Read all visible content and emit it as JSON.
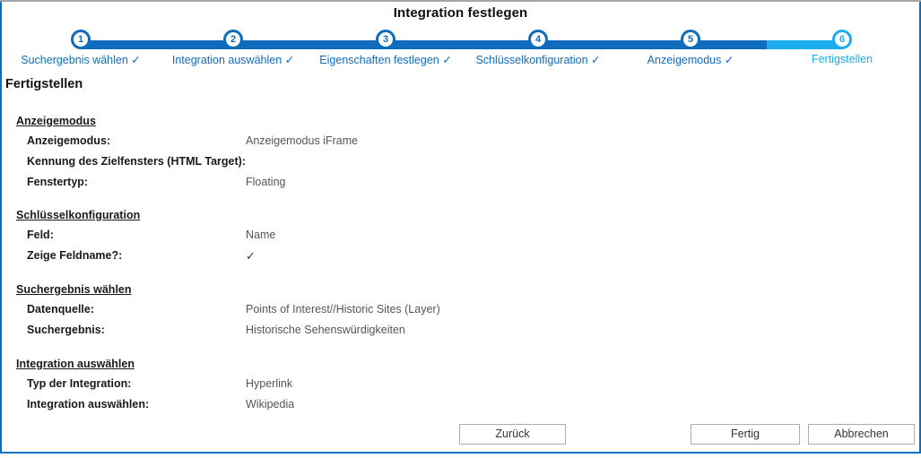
{
  "window": {
    "title": "Integration festlegen",
    "accent_color": "#0f6cbd",
    "accent_light_color": "#1badee",
    "border_top_color": "#a6a6a6"
  },
  "stepper": {
    "steps": [
      {
        "number": "1",
        "label": "Suchergebnis wählen ✓",
        "state": "done"
      },
      {
        "number": "2",
        "label": "Integration auswählen ✓",
        "state": "done"
      },
      {
        "number": "3",
        "label": "Eigenschaften festlegen ✓",
        "state": "done"
      },
      {
        "number": "4",
        "label": "Schlüsselkonfiguration ✓",
        "state": "done"
      },
      {
        "number": "5",
        "label": "Anzeigemodus ✓",
        "state": "done"
      },
      {
        "number": "6",
        "label": "Fertigstellen",
        "state": "current"
      }
    ]
  },
  "content": {
    "section_title": "Fertigstellen",
    "groups": [
      {
        "heading": "Anzeigemodus",
        "rows": [
          {
            "label": "Anzeigemodus:",
            "value": "Anzeigemodus iFrame"
          },
          {
            "label": "Kennung des Zielfensters (HTML Target):",
            "value": ""
          },
          {
            "label": "Fenstertyp:",
            "value": "Floating"
          }
        ]
      },
      {
        "heading": "Schlüsselkonfiguration",
        "rows": [
          {
            "label": "Feld:",
            "value": "Name"
          },
          {
            "label": "Zeige Feldname?:",
            "value": "✓"
          }
        ]
      },
      {
        "heading": "Suchergebnis wählen",
        "rows": [
          {
            "label": "Datenquelle:",
            "value": "Points of Interest//Historic Sites (Layer)"
          },
          {
            "label": "Suchergebnis:",
            "value": "Historische Sehenswürdigkeiten"
          }
        ]
      },
      {
        "heading": "Integration auswählen",
        "rows": [
          {
            "label": "Typ der Integration:",
            "value": "Hyperlink"
          },
          {
            "label": "Integration auswählen:",
            "value": "Wikipedia"
          }
        ]
      }
    ]
  },
  "footer": {
    "back_label": "Zurück",
    "finish_label": "Fertig",
    "cancel_label": "Abbrechen"
  }
}
